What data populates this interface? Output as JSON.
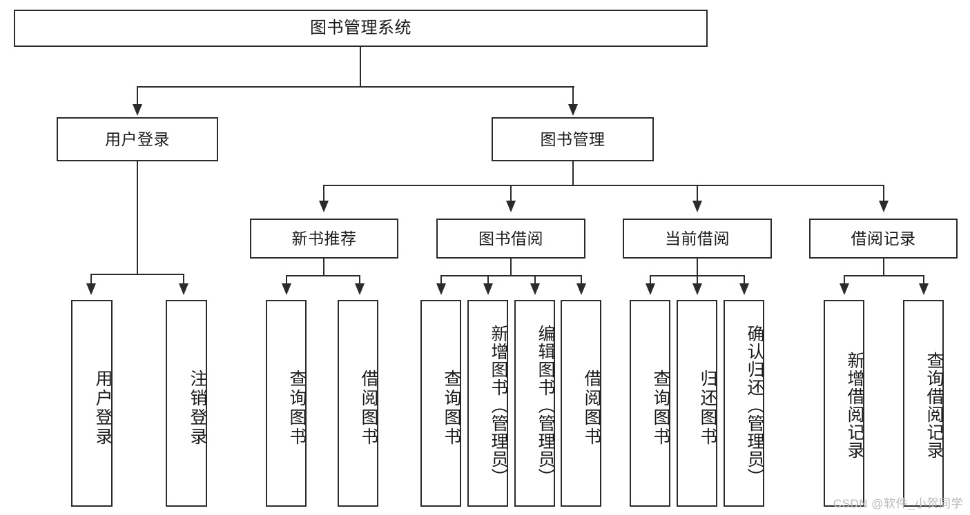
{
  "diagram": {
    "title": "图书管理系统",
    "watermark": "CSDN @软件_小贺同学",
    "type": "tree",
    "levels": 4,
    "nodes": {
      "root": {
        "label": "图书管理系统"
      },
      "level2": [
        {
          "id": "user-login",
          "label": "用户登录"
        },
        {
          "id": "book-management",
          "label": "图书管理"
        }
      ],
      "level3": [
        {
          "id": "new-book-recommend",
          "label": "新书推荐"
        },
        {
          "id": "book-borrow",
          "label": "图书借阅"
        },
        {
          "id": "current-borrow",
          "label": "当前借阅"
        },
        {
          "id": "borrow-record",
          "label": "借阅记录"
        }
      ],
      "leaves": {
        "user_login": [
          {
            "id": "leaf-user-login",
            "label": "用户登录"
          },
          {
            "id": "leaf-logout-login",
            "label": "注销登录"
          }
        ],
        "new_book_recommend": [
          {
            "id": "leaf-query-book-1",
            "label": "查询图书"
          },
          {
            "id": "leaf-borrow-book-1",
            "label": "借阅图书"
          }
        ],
        "book_borrow": [
          {
            "id": "leaf-query-book-2",
            "label": "查询图书"
          },
          {
            "id": "leaf-add-book",
            "label": "新增图书（管理员）"
          },
          {
            "id": "leaf-edit-book",
            "label": "编辑图书（管理员）"
          },
          {
            "id": "leaf-borrow-book-2",
            "label": "借阅图书"
          }
        ],
        "current_borrow": [
          {
            "id": "leaf-query-book-3",
            "label": "查询图书"
          },
          {
            "id": "leaf-return-book",
            "label": "归还图书"
          },
          {
            "id": "leaf-confirm-return",
            "label": "确认归还（管理员）"
          }
        ],
        "borrow_record": [
          {
            "id": "leaf-add-record",
            "label": "新增借阅记录"
          },
          {
            "id": "leaf-query-record",
            "label": "查询借阅记录"
          }
        ]
      }
    }
  }
}
